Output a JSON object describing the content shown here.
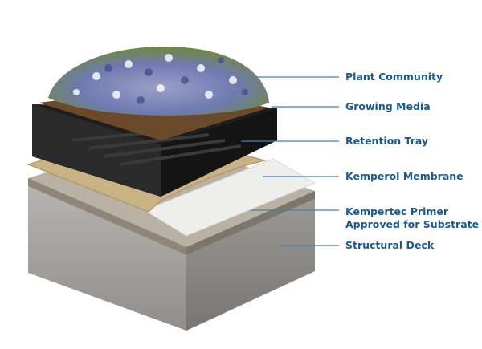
{
  "labels": {
    "plant_community": "Plant Community",
    "growing_media": "Growing Media",
    "retention_tray": "Retention Tray",
    "kemperol_membrane": "Kemperol Membrane",
    "primer_line1": "Kempertec Primer",
    "primer_line2": "Approved for Substrate",
    "structural_deck": "Structural Deck"
  },
  "colors": {
    "label": "#1b5a8c",
    "leader": "#4a7fa8",
    "concrete": "#a9a9a6",
    "membrane_white": "#eeeeec",
    "membrane_tan": "#c9b384",
    "tray": "#1e1e1e",
    "soil": "#6b4a2b",
    "plants": "#7f8ab8"
  }
}
